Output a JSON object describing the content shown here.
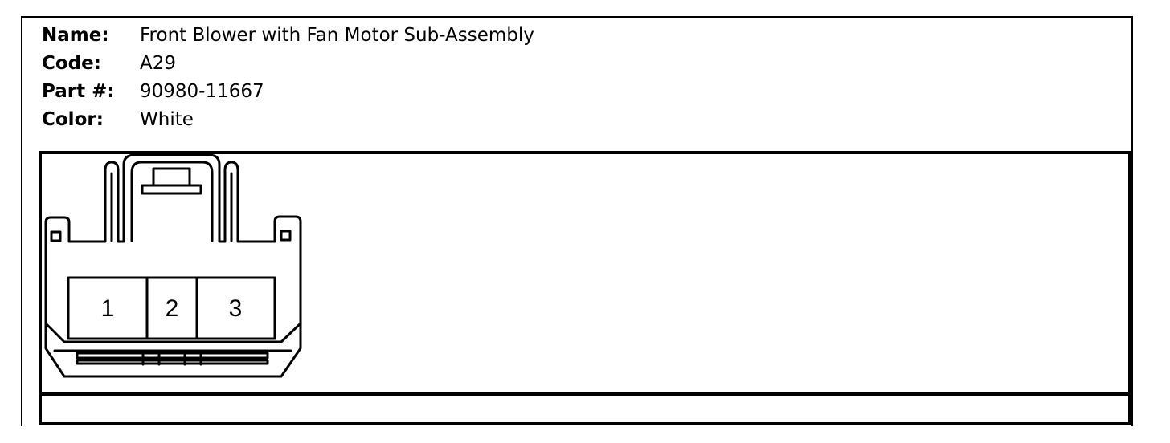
{
  "part": {
    "name_label": "Name:",
    "name": "Front Blower with Fan Motor Sub-Assembly",
    "code_label": "Code:",
    "code": "A29",
    "part_number_label": "Part #:",
    "part_number": "90980-11667",
    "color_label": "Color:",
    "color": "White"
  },
  "connector": {
    "pins": [
      "1",
      "2",
      "3"
    ],
    "stroke_color": "#000000"
  }
}
